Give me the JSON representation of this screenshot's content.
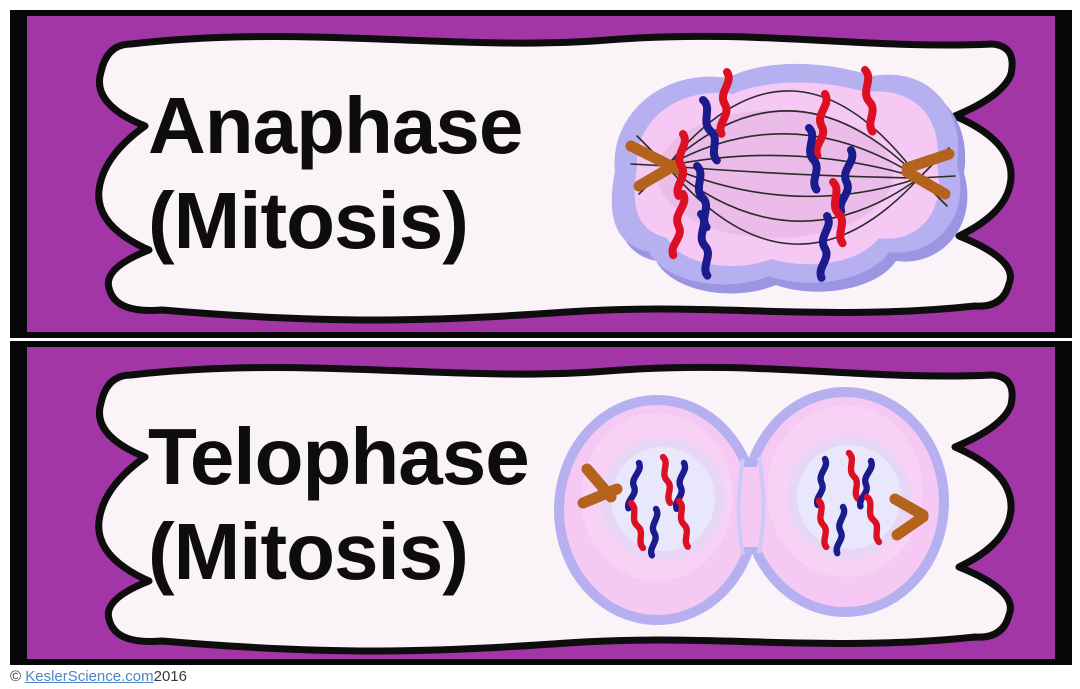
{
  "cards": [
    {
      "term_line1": "Anaphase",
      "term_line2": "(Mitosis)",
      "illustration": "anaphase-cell-diagram",
      "illustration_alt": "cell in anaphase: spindle fibers stretch between two centriole poles while red and blue chromosomes separate toward opposite ends"
    },
    {
      "term_line1": "Telophase",
      "term_line2": "(Mitosis)",
      "illustration": "telophase-cell-diagram",
      "illustration_alt": "cell in telophase: two pinched daughter cells, each with a reforming nucleus containing red and blue chromosomes, centrioles at outer edges"
    }
  ],
  "footer": {
    "copyright": "© ",
    "link": "KeslerScience.com",
    "year": "2016"
  },
  "colors": {
    "card_background": "#a336a6",
    "card_border": "#070707",
    "banner_fill": "#faf4f8",
    "banner_outline": "#0d0d0d",
    "title_text": "#0d0d0d",
    "cell_membrane": "#b6b0f0",
    "cell_membrane_shadow": "#9c95e1",
    "cytoplasm": "#f5c9f3",
    "cytoplasm_center": "#dfaede",
    "nucleus": "#e9e7fb",
    "spindle_fiber": "#2b2b2b",
    "chromosome_red": "#dd1023",
    "chromosome_blue": "#1b1b8e",
    "centriole": "#b4631d",
    "link_blue": "#4b84cd",
    "footer_text": "#3a3a3a"
  }
}
